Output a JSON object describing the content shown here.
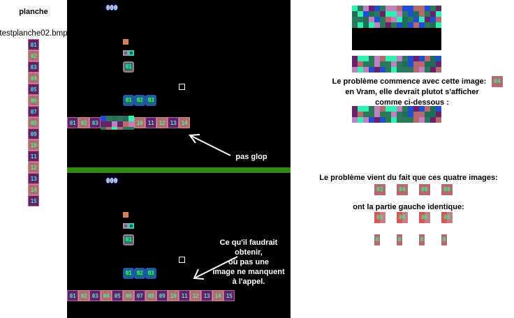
{
  "sidebar": {
    "title": "planche",
    "filename": "testplanche02.bmp",
    "tiles": [
      "01",
      "02",
      "03",
      "04",
      "05",
      "06",
      "07",
      "08",
      "09",
      "10",
      "11",
      "12",
      "13",
      "14",
      "15"
    ]
  },
  "top_screen": {
    "score": "000",
    "sprite_single": "01",
    "sprite_row": [
      "01",
      "02",
      "03"
    ],
    "tilemap_visible": [
      "01",
      "02",
      "03",
      "10",
      "11",
      "12",
      "13",
      "14"
    ],
    "annotation": "pas glop"
  },
  "bottom_screen": {
    "score": "000",
    "sprite_single": "01",
    "sprite_row": [
      "01",
      "02",
      "03"
    ],
    "tilemap": [
      "01",
      "02",
      "03",
      "04",
      "05",
      "06",
      "07",
      "08",
      "09",
      "10",
      "11",
      "12",
      "13",
      "14",
      "15"
    ],
    "annotation": [
      "Ce qu'il faudrait",
      "obtenir,",
      "où pas une",
      "image ne manquent",
      "à l'appel."
    ]
  },
  "explanation": {
    "line1": "Le problème commence avec cette image:",
    "line1_tile": "04",
    "line2": "en Vram, elle devrait plutot s'afficher",
    "line3": "comme ci-dessous :",
    "cause": "Le problème vient du fait que ces quatre images:",
    "tiles": [
      "02",
      "04",
      "06",
      "08"
    ],
    "same_left": "ont la partie gauche identique:",
    "tiles_highlighted": [
      "02",
      "04",
      "06",
      "08"
    ],
    "left_halves": [
      "0",
      "0",
      "0",
      "0"
    ]
  },
  "colors": {
    "green_bar": "#2f8a0c",
    "tile_purple": "#6a1f6a",
    "tile_pink": "#b86a6a",
    "digit": "#2ef0b0"
  }
}
